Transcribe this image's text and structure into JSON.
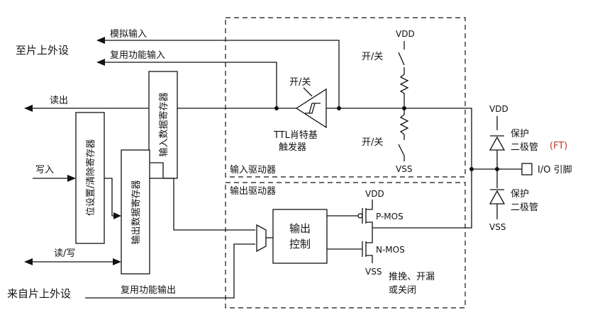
{
  "labels": {
    "to_peripheral": "至片上外设",
    "from_peripheral": "来自片上外设",
    "analog_input": "模拟输入",
    "alt_func_input": "复用功能输入",
    "read_out": "读出",
    "write_in": "写入",
    "read_write": "读/写",
    "input_data_register": "输入数据寄存器",
    "bit_set_reset_register": "位设置/清除寄存器",
    "output_data_register": "输出数据寄存器",
    "alt_func_output": "复用功能输出",
    "on_off_schmitt": "开/关",
    "ttl_schmitt_1": "TTL肖特基",
    "ttl_schmitt_2": "触发器",
    "on_off_pullup": "开/关",
    "on_off_pulldown": "开/关",
    "vdd_top": "VDD",
    "vss_input": "VSS",
    "input_driver": "输入驱动器",
    "output_driver": "输出驱动器",
    "output_control_1": "输出",
    "output_control_2": "控制",
    "vdd_output": "VDD",
    "pmos": "P-MOS",
    "nmos": "N-MOS",
    "vss_output": "VSS",
    "mode_1": "推挽、开漏",
    "mode_2": "或关闭",
    "vdd_protect": "VDD",
    "protect_top_1": "保护",
    "protect_top_2": "二极管",
    "ft": "(FT)",
    "protect_bottom_1": "保护",
    "protect_bottom_2": "二极管",
    "vss_protect": "VSS",
    "io_pin": "I/O 引脚"
  },
  "colors": {
    "ft": "#c0392b",
    "line": "#111111"
  }
}
